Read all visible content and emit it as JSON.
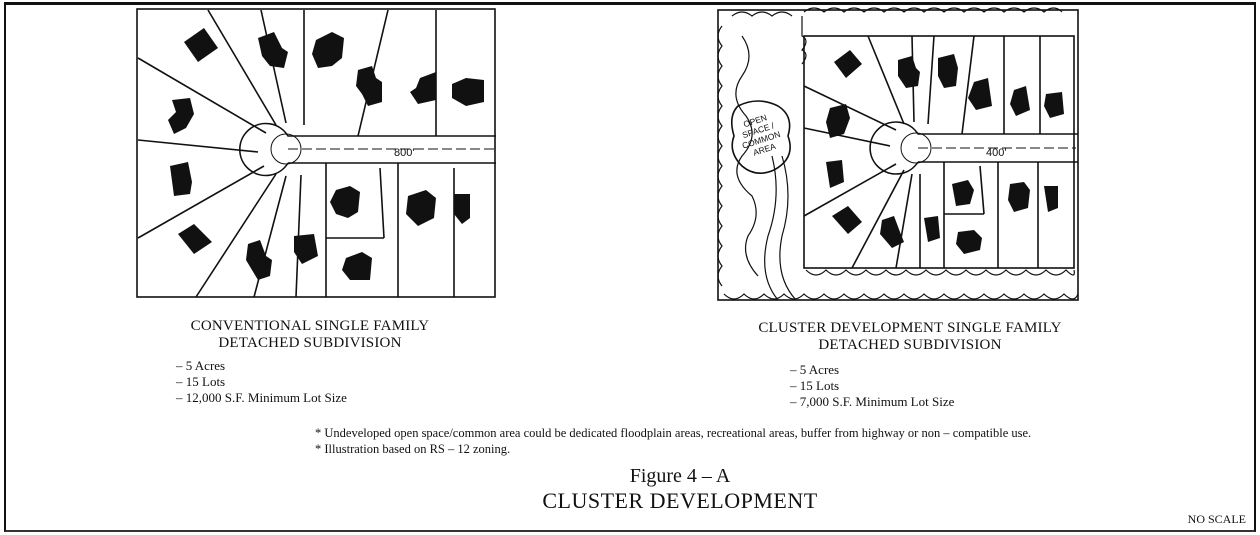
{
  "conventional": {
    "caption_line1": "CONVENTIONAL SINGLE FAMILY",
    "caption_line2": "DETACHED SUBDIVISION",
    "stats": [
      "– 5 Acres",
      "– 15 Lots",
      "– 12,000 S.F. Minimum Lot  Size"
    ],
    "road_length": "800'"
  },
  "cluster": {
    "caption_line1": "CLUSTER DEVELOPMENT SINGLE FAMILY",
    "caption_line2": "DETACHED SUBDIVISION",
    "stats": [
      "– 5 Acres",
      "– 15 Lots",
      "– 7,000 S.F. Minimum Lot  Size"
    ],
    "road_length": "400'",
    "open_space_label": [
      "OPEN",
      "SPACE /",
      "COMMON",
      "AREA"
    ]
  },
  "notes": [
    "* Undeveloped open space/common area could be dedicated floodplain areas, recreational areas, buffer from highway or non – compatible use.",
    "* Illustration based on RS – 12 zoning."
  ],
  "figure": {
    "number": "Figure 4 – A",
    "title": "CLUSTER DEVELOPMENT"
  },
  "scale_note": "NO SCALE"
}
